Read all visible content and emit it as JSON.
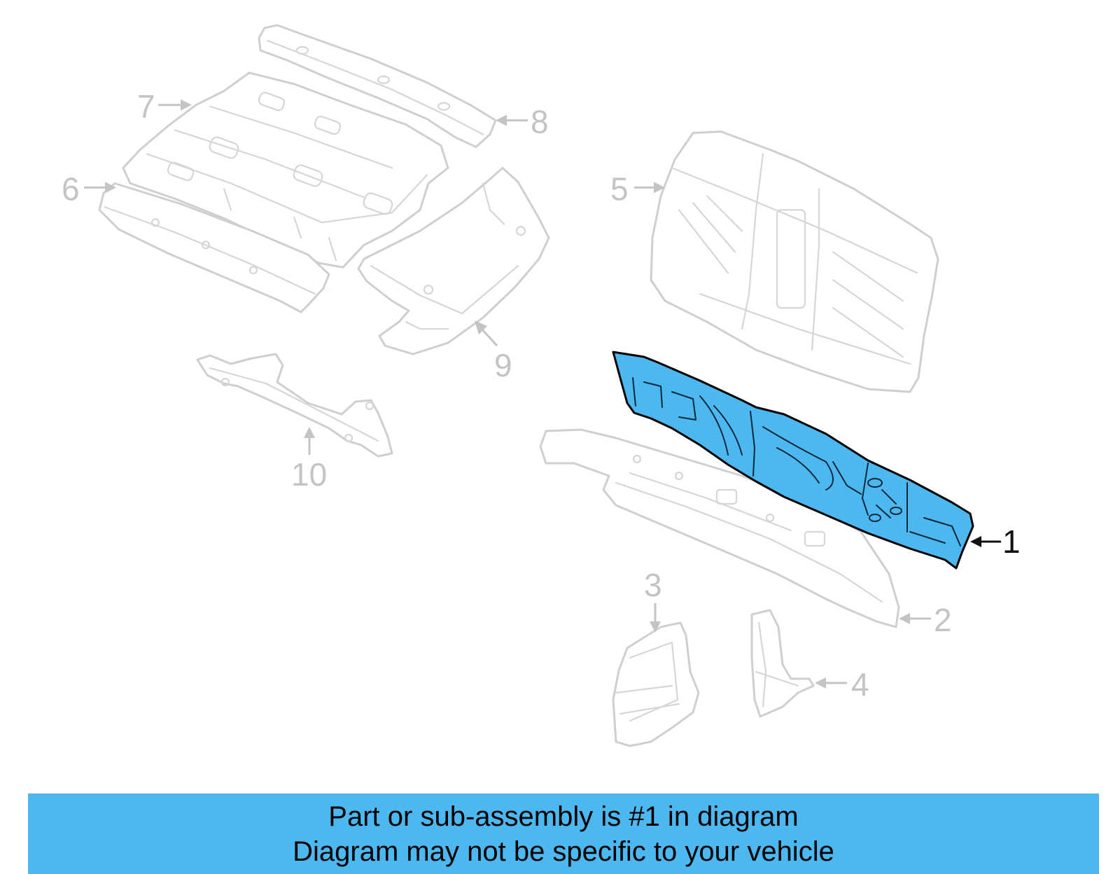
{
  "callouts": {
    "c1": "1",
    "c2": "2",
    "c3": "3",
    "c4": "4",
    "c5": "5",
    "c6": "6",
    "c7": "7",
    "c8": "8",
    "c9": "9",
    "c10": "10"
  },
  "highlighted_part": "1",
  "colors": {
    "highlight": "#4db8ef",
    "banner": "#4db8ef",
    "inactive_part": "#cfcfcf",
    "active_callout": "#111111"
  },
  "banner": {
    "line1": "Part or sub-assembly is #1 in diagram",
    "line2": "Diagram may not be specific to your vehicle"
  }
}
